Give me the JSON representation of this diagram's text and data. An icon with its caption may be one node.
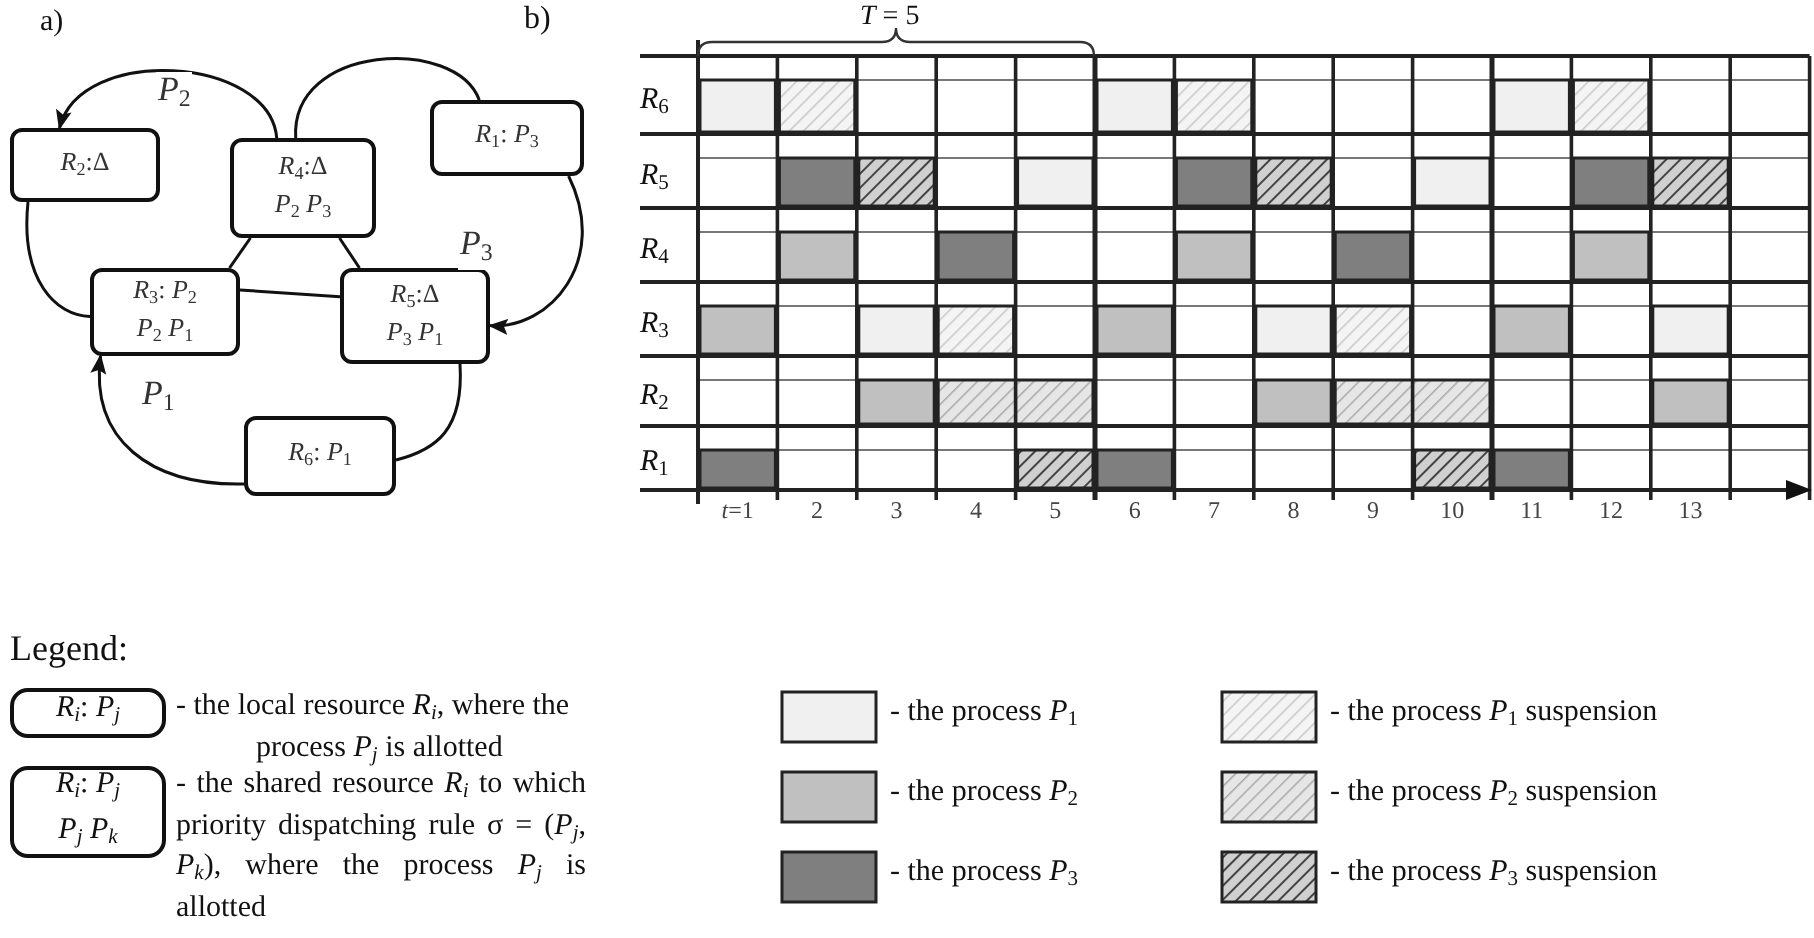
{
  "diagram": {
    "nodes": [
      {
        "text": [
          "*R*$_{2}$:Δ"
        ]
      },
      {
        "text": [
          "*R*$_{4}$:Δ",
          "*P*$_{2}$ *P*$_{3}$"
        ]
      },
      {
        "text": [
          "*R*$_{1}$: *P*$_{3}$"
        ]
      },
      {
        "text": [
          "*R*$_{3}$: *P*$_{2}$",
          "*P*$_{2}$ *P*$_{1}$"
        ]
      },
      {
        "text": [
          "*R*$_{5}$:Δ",
          "*P*$_{3}$ *P*$_{1}$"
        ]
      },
      {
        "text": [
          "*R*$_{6}$: *P*$_{1}$"
        ]
      },
      {
        "text": [
          "*R*$_{i}$: *P*$_{j}$"
        ],
        "beside": [
          "- the local resource *R*$_{i}$, where the process *P*$_{j}$ is allotted"
        ]
      },
      {
        "text": [
          "*R*$_{i}$: *P*$_{j}$",
          "*P*$_{j}$ *P*$_{k}$"
        ],
        "beside": [
          "- the shared resource *R*$_{i}$ to which priority dispatching rule σ = (*P*$_{j}$, *P*$_{k}$), where the process *P*$_{j}$ is allotted"
        ]
      }
    ],
    "edges": [
      {
        "from": 1,
        "to": 0,
        "arrow": "to",
        "label": "*P*$_{2}$"
      },
      {
        "from": 0,
        "to": 3,
        "arrow": "none"
      },
      {
        "from": 1,
        "to": 3,
        "arrow": "none"
      },
      {
        "from": 1,
        "to": 2,
        "arrow": "none"
      },
      {
        "from": 2,
        "to": 4,
        "arrow": "to",
        "label": "*P*$_{3}$"
      },
      {
        "from": 4,
        "to": 1,
        "arrow": "none"
      },
      {
        "from": 3,
        "to": 4,
        "arrow": "none"
      },
      {
        "from": 4,
        "to": 5,
        "arrow": "none"
      },
      {
        "from": 5,
        "to": 3,
        "arrow": "to",
        "label": "*P*$_{1}$"
      }
    ],
    "labels": [
      "a)",
      "b)",
      "*T* = 5",
      "*R*$_{6}$",
      "*R*$_{5}$",
      "*R*$_{4}$",
      "*R*$_{3}$",
      "*R*$_{2}$",
      "*R*$_{1}$",
      "*t*=1",
      "2",
      "3",
      "4",
      "5",
      "6",
      "7",
      "8",
      "9",
      "10",
      "11",
      "12",
      "13",
      "Legend:"
    ],
    "legend": [
      {
        "text": "- the process *P*$_{1}$",
        "color": "#f0f0f0"
      },
      {
        "text": "- the process *P*$_{2}$",
        "color": "#c0c0c0"
      },
      {
        "text": "- the process *P*$_{3}$",
        "color": "#7f7f7f"
      },
      {
        "text": "- the process *P*$_{1}$ suspension"
      },
      {
        "text": "- the process *P*$_{2}$ suspension"
      },
      {
        "text": "- the process *P*$_{3}$ suspension"
      }
    ]
  }
}
